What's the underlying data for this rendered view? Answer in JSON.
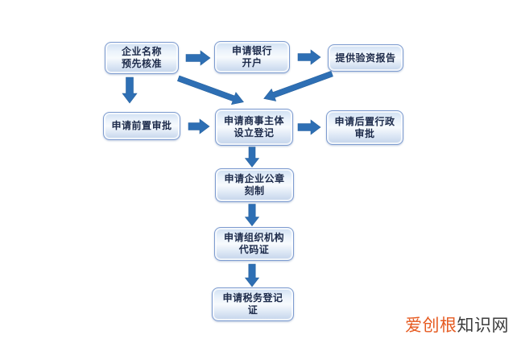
{
  "flowchart": {
    "nodes": [
      {
        "name": "enterprise-name-preapproval",
        "line1": "企业名称",
        "line2": "预先核准"
      },
      {
        "name": "bank-account-opening",
        "line1": "申请银行",
        "line2": "开户"
      },
      {
        "name": "capital-verification-report",
        "line1": "提供验资报告",
        "line2": ""
      },
      {
        "name": "pre-approval",
        "line1": "申请前置审批",
        "line2": ""
      },
      {
        "name": "business-entity-registration",
        "line1": "申请商事主体",
        "line2": "设立登记"
      },
      {
        "name": "post-administrative-approval",
        "line1": "申请后置行政",
        "line2": "审批"
      },
      {
        "name": "company-seal-engraving",
        "line1": "申请企业公章",
        "line2": "刻制"
      },
      {
        "name": "organization-code-certificate",
        "line1": "申请组织机构",
        "line2": "代码证"
      },
      {
        "name": "tax-registration-certificate",
        "line1": "申请税务登记",
        "line2": "证"
      }
    ],
    "connections": [
      "enterprise-name-preapproval -> bank-account-opening",
      "bank-account-opening -> capital-verification-report",
      "enterprise-name-preapproval -> pre-approval",
      "enterprise-name-preapproval -> business-entity-registration",
      "capital-verification-report -> business-entity-registration",
      "pre-approval -> business-entity-registration",
      "business-entity-registration -> post-administrative-approval",
      "business-entity-registration -> company-seal-engraving",
      "company-seal-engraving -> organization-code-certificate",
      "organization-code-certificate -> tax-registration-certificate"
    ],
    "colors": {
      "arrow": "#2e6fb4",
      "box_border": "#7e9cd0",
      "box_fill_top": "#cfdff2",
      "box_fill_bottom": "#c3d4eb",
      "box_text": "#1c2a4a"
    }
  },
  "watermark": {
    "highlight": "爱创根",
    "rest": "知识网",
    "highlight_color": "#e65a20",
    "rest_color": "#3d3d3d"
  }
}
